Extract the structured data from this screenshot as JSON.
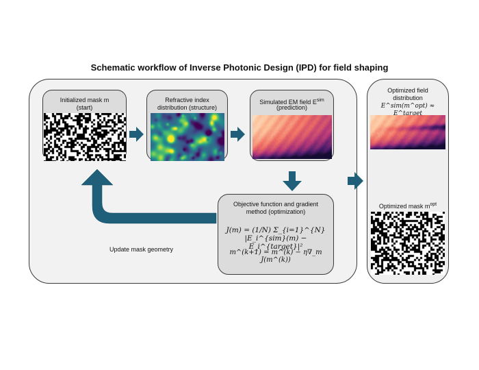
{
  "title": "Schematic workflow of Inverse Photonic Design (IPD) for field shaping",
  "cards": {
    "mask": {
      "line1": "Initialized mask m",
      "line2": "(start)"
    },
    "refractive": {
      "line1": "Refractive index",
      "line2": "distribution (structure)"
    },
    "simulated": {
      "line1": "Simulated EM field E",
      "sup": "sim",
      "line2": "(prediction)"
    }
  },
  "objective": {
    "line1": "Objective function and gradient",
    "line2": "method (optimization)",
    "eq1": "J(m) = (1/N) Σ_{i=1}^{N} |E_i^{sim}(m) − E_i^{target}|²",
    "eq2": "m^(k+1) = m^(k) − η∇_m J(m^(k))"
  },
  "update_label": "Update mask geometry",
  "optimized": {
    "field_line1": "Optimized field",
    "field_line2": "distribution",
    "field_eq": "E^sim(m^opt) ≈ E^target",
    "mask_label": "Optimized mask m",
    "mask_sup": "opt"
  },
  "colors": {
    "arrow": "#1f5f7a",
    "arrow_dark": "#134a61",
    "panel_border": "#3a3a3a"
  }
}
